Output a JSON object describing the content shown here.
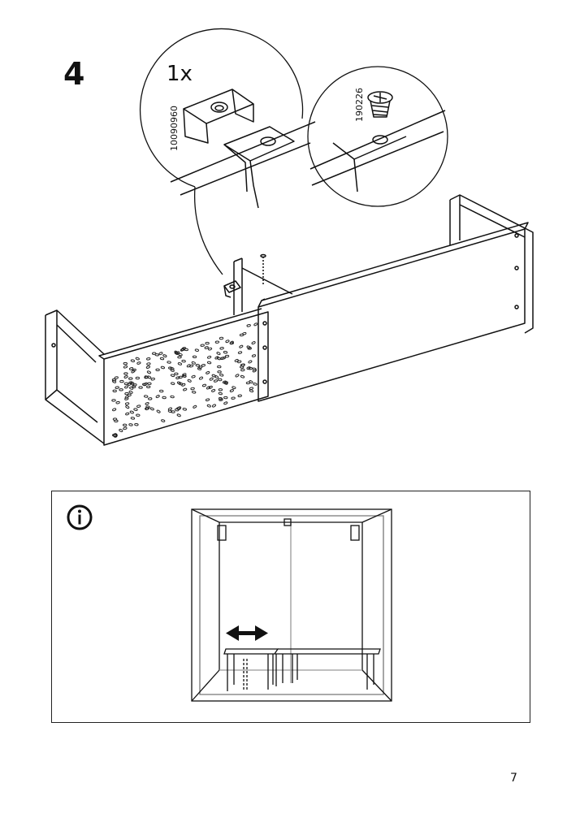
{
  "step": {
    "number": "4"
  },
  "callout": {
    "quantity": "1x",
    "bracket_part_code": "10090960",
    "screw_part_code": "190226"
  },
  "info": {
    "icon": "info-circle-icon"
  },
  "page": {
    "number": "7"
  }
}
